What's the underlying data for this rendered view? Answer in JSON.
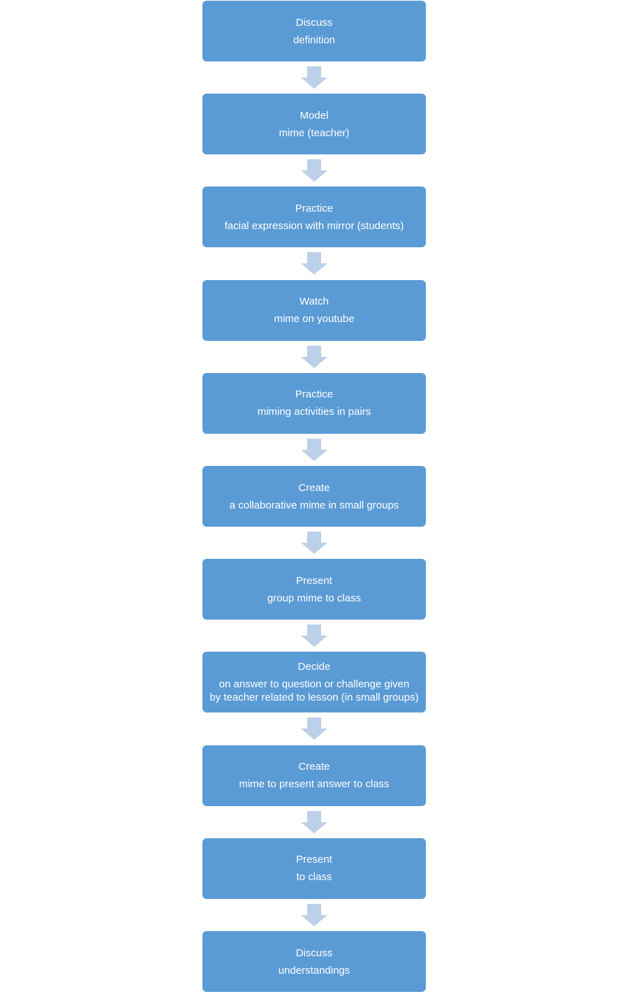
{
  "steps": [
    {
      "title": "Discuss",
      "description": "definition"
    },
    {
      "title": "Model",
      "description": "mime (teacher)"
    },
    {
      "title": "Practice",
      "description": "facial expression with mirror (students)"
    },
    {
      "title": "Watch",
      "description": "mime on youtube"
    },
    {
      "title": "Practice",
      "description": "miming activities in pairs"
    },
    {
      "title": "Create",
      "description": "a collaborative mime in small groups"
    },
    {
      "title": "Present",
      "description": "group mime to class"
    },
    {
      "title": "Decide",
      "description": "on answer to question or challenge  given\nby teacher related to lesson (in small groups)"
    },
    {
      "title": "Create",
      "description": "mime to present answer to class"
    },
    {
      "title": "Present",
      "description": "to class"
    },
    {
      "title": "Discuss",
      "description": "understandings"
    }
  ],
  "colors": {
    "box_fill": "#5b9bd5",
    "box_text": "#ffffff",
    "arrow_fill": "#bdd0ea"
  }
}
